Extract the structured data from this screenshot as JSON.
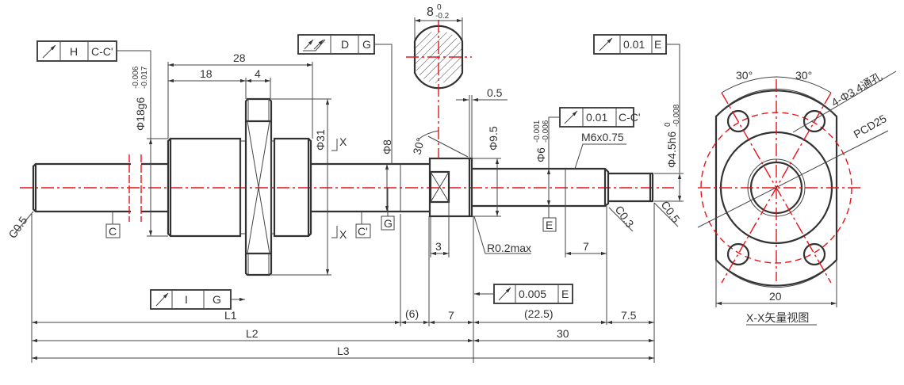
{
  "colors": {
    "outline": "#333333",
    "centerline": "#e8141a"
  },
  "frames": {
    "f1": {
      "symbol": "circular-runout-icon",
      "value": "H",
      "datum": "C-C'"
    },
    "f2": {
      "symbol": "total-runout-icon",
      "value": "D",
      "datum": "G"
    },
    "f3": {
      "symbol": "circular-runout-icon",
      "value": "0.01",
      "datum": "E"
    },
    "f4": {
      "symbol": "circular-runout-icon",
      "value": "0.01",
      "datum": "C-C'"
    },
    "f5": {
      "symbol": "circular-runout-icon",
      "value": "I",
      "datum": "G"
    },
    "f6": {
      "symbol": "circular-runout-icon",
      "value": "0.005",
      "datum": "E"
    }
  },
  "datums": {
    "c": "C",
    "c2": "C'",
    "g": "G",
    "e": "E"
  },
  "dims": {
    "d28": "28",
    "d18": "18",
    "d4": "4",
    "phi18": "Φ18g6",
    "phi18_up": "-0.006",
    "phi18_lo": "-0.017",
    "phi31": "Φ31",
    "phi8": "Φ8",
    "phi95": "Φ9.5",
    "phi6": "Φ6",
    "phi6_up": "-0.001",
    "phi6_lo": "-0.006",
    "phi45": "Φ4.5h6",
    "phi45_up": "0",
    "phi45_lo": "-0.008",
    "d05": "0.5",
    "thread": "M6x0.75",
    "radius": "R0.2max",
    "d3": "3",
    "d7a": "7",
    "angle": "30°",
    "c05a": "C0.5",
    "c03": "C0.3",
    "c05b": "C0.5",
    "flat": "8",
    "flat_up": "0",
    "flat_lo": "-0.2",
    "sec_x": "X",
    "L1": "L1",
    "d6": "(6)",
    "d7b": "7",
    "d225": "(22.5)",
    "d75": "7.5",
    "L2": "L2",
    "d30": "30",
    "L3": "L3"
  },
  "side_view": {
    "angle_left": "30°",
    "angle_right": "30°",
    "holes": "4-Φ3.4通孔",
    "pcd": "PCD25",
    "width": "20",
    "title": "X-X矢量视图"
  }
}
